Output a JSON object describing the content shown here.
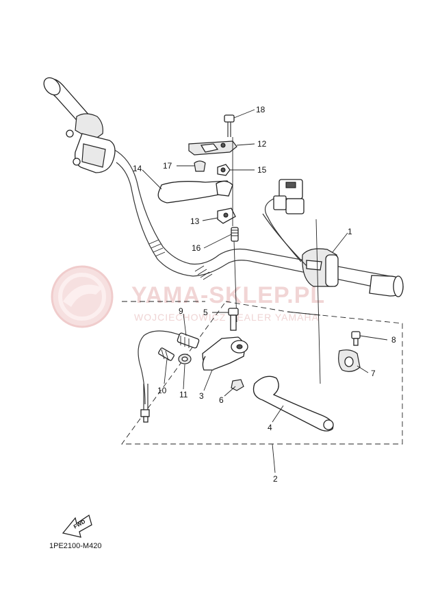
{
  "watermark": {
    "brand": "YAMA-SKLEP.PL",
    "tagline": "WOJCIECHOWICZ DEALER YAMAHA",
    "logo_color": "#e8b4b4"
  },
  "diagram_code": "1PE2100-M420",
  "fwd_label": "FWD",
  "callouts": {
    "c1": "1",
    "c2": "2",
    "c3": "3",
    "c4": "4",
    "c5": "5",
    "c6": "6",
    "c7": "7",
    "c8": "8",
    "c9": "9",
    "c10": "10",
    "c11": "11",
    "c12": "12",
    "c13": "13",
    "c14": "14",
    "c15": "15",
    "c16": "16",
    "c17": "17",
    "c18": "18"
  }
}
